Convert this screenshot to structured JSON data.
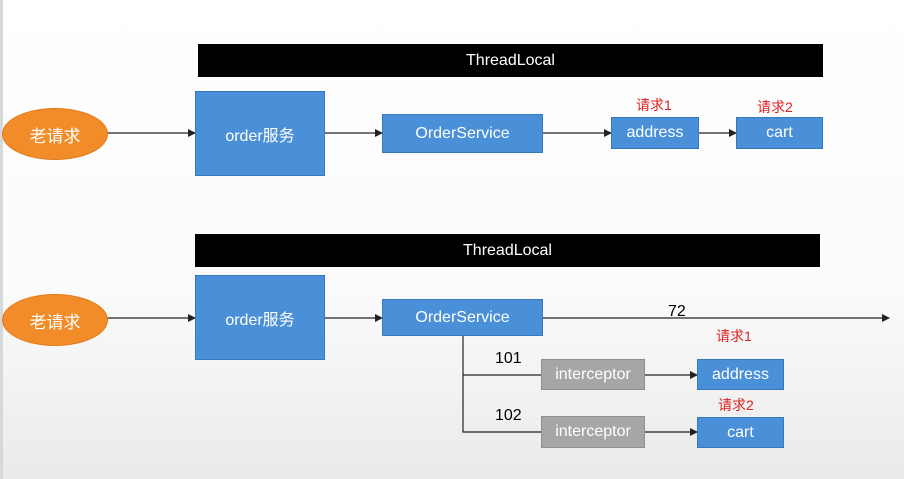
{
  "top": {
    "bar_label": "ThreadLocal",
    "request_label": "老请求",
    "service_label": "order服务",
    "order_service_label": "OrderService",
    "address_label": "address",
    "cart_label": "cart",
    "req1_label": "请求1",
    "req2_label": "请求2"
  },
  "bottom": {
    "bar_label": "ThreadLocal",
    "request_label": "老请求",
    "service_label": "order服务",
    "order_service_label": "OrderService",
    "line_number": "72",
    "branch1_number": "101",
    "branch2_number": "102",
    "interceptor1_label": "interceptor",
    "interceptor2_label": "interceptor",
    "address_label": "address",
    "cart_label": "cart",
    "req1_label": "请求1",
    "req2_label": "请求2"
  },
  "colors": {
    "oval": "#f28c28",
    "box": "#4a90d9",
    "interceptor": "#a6a6a6",
    "request_text": "#e02020",
    "bar": "#000000"
  }
}
